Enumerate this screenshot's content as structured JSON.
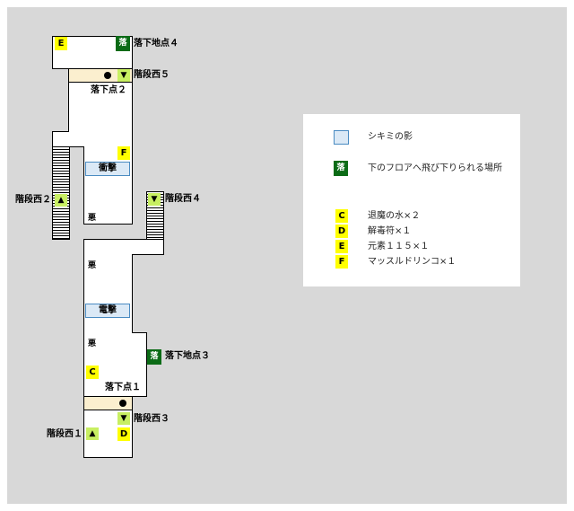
{
  "labels": {
    "drop_point_4": "落下地点４",
    "west_stairs_5": "階段西５",
    "drop_point_2": "落下点２",
    "west_stairs_2": "階段西２",
    "west_stairs_4": "階段西４",
    "drop_point_3": "落下地点３",
    "drop_point_1": "落下点１",
    "west_stairs_3": "階段西３",
    "west_stairs_1": "階段西１"
  },
  "barriers": {
    "shock": "衝撃",
    "electric": "電撃"
  },
  "enemy_mark": "悪",
  "drop_mark": "落",
  "items": {
    "c": "C",
    "d": "D",
    "e": "E",
    "f": "F"
  },
  "arrows": {
    "up": "▲",
    "down": "▼"
  },
  "legend": {
    "shadow": "シキミの影",
    "drop_place": "下のフロアへ飛び下りられる場所",
    "item_c": "退魔の水×２",
    "item_d": "解毒符×１",
    "item_e": "元素１１５×１",
    "item_f": "マッスルドリンコ×１"
  },
  "colors": {
    "background": "#d8d8d8",
    "room": "#ffffff",
    "item_badge": "#ffff00",
    "drop_badge": "#0b6b16",
    "stairs_badge": "#c8ef62",
    "landing": "#fbefcf",
    "barrier_fill": "#dbe9f6",
    "barrier_border": "#4a8bc2"
  }
}
